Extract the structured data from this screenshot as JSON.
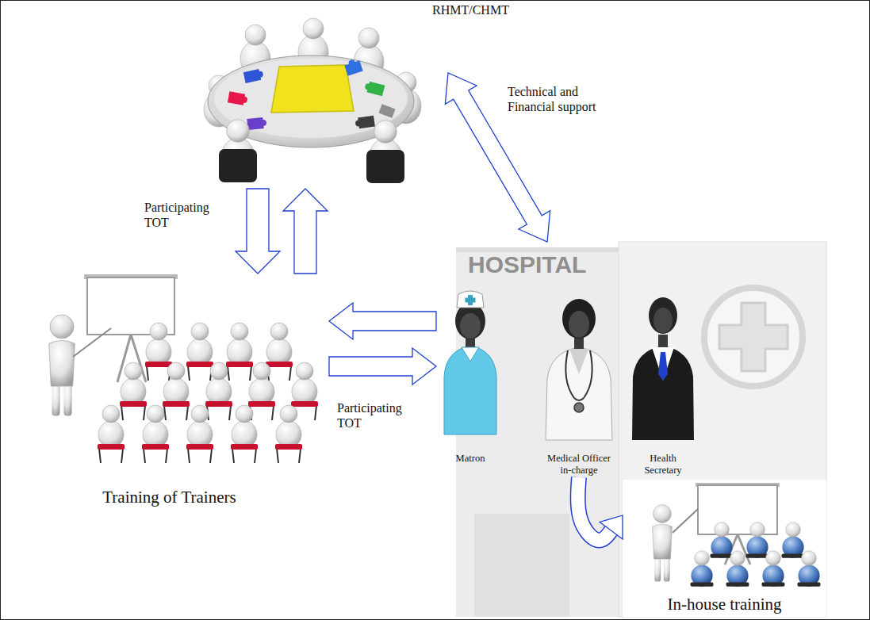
{
  "diagram": {
    "nodes": [
      {
        "text": [
          "RHMT/CHMT"
        ]
      },
      {
        "text": [
          "Training of Trainers"
        ]
      },
      {
        "text": [
          "HOSPITAL"
        ]
      },
      {
        "text": [
          "Matron"
        ],
        "in": 2
      },
      {
        "text": [
          "Medical Officer in-charge"
        ],
        "in": 2
      },
      {
        "text": [
          "Health Secretary"
        ],
        "in": 2
      },
      {
        "text": [
          "In-house training"
        ]
      }
    ],
    "edges": [
      {
        "from": 0,
        "to": 1,
        "arrow": "to",
        "label": "Participating TOT"
      },
      {
        "from": 1,
        "to": 0,
        "arrow": "to"
      },
      {
        "from": 0,
        "to": 2,
        "arrow": "both",
        "label": "Technical and Financial support"
      },
      {
        "from": 2,
        "to": 1,
        "arrow": "to"
      },
      {
        "from": 1,
        "to": 2,
        "arrow": "to",
        "label": "Participating TOT"
      },
      {
        "from": 4,
        "to": 6,
        "arrow": "to"
      }
    ]
  }
}
